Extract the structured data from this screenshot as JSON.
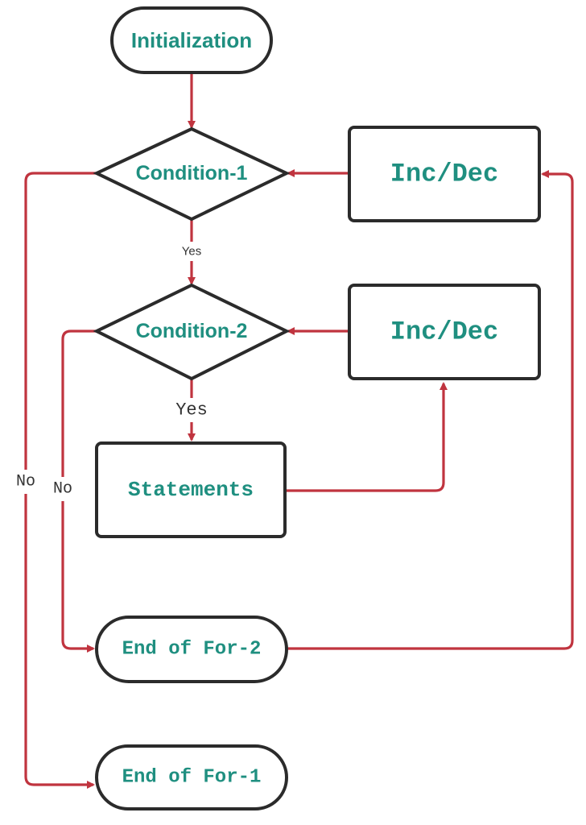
{
  "nodes": {
    "initialization": "Initialization",
    "condition1": "Condition-1",
    "condition2": "Condition-2",
    "incdec1": "Inc/Dec",
    "incdec2": "Inc/Dec",
    "statements": "Statements",
    "end_for2": "End of For-2",
    "end_for1": "End of For-1"
  },
  "edge_labels": {
    "yes1": "Yes",
    "yes2": "Yes",
    "no1": "No",
    "no2": "No"
  },
  "colors": {
    "node_text": "#1f8f80",
    "node_border": "#2b2b2b",
    "arrow": "#c0343f"
  }
}
